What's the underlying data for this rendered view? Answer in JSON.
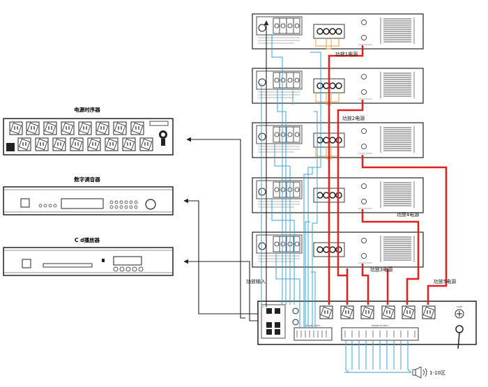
{
  "devices": {
    "sequencer": {
      "title": "电源时序器"
    },
    "mixer": {
      "title": "数字调音器"
    },
    "cd_player": {
      "title": "C d播放器"
    }
  },
  "amplifiers": [
    {
      "power_label": "功放1电源"
    },
    {
      "power_label": "功放2电源"
    },
    {
      "power_label": ""
    },
    {
      "power_label": "功放4电源"
    },
    {
      "power_label": "功放3电源"
    }
  ],
  "labels": {
    "amp_input": "功放输入",
    "amp5_power": "功放5电源",
    "zones": "1-10区",
    "power_input": "POWER INPUT",
    "power_output": "POWER OUTPUT",
    "fuse": "FUSE"
  },
  "colors": {
    "power_wire": "#e02020",
    "signal_wire": "#3aa0d8",
    "bridge_wire": "#e8a040",
    "line": "#222222"
  }
}
